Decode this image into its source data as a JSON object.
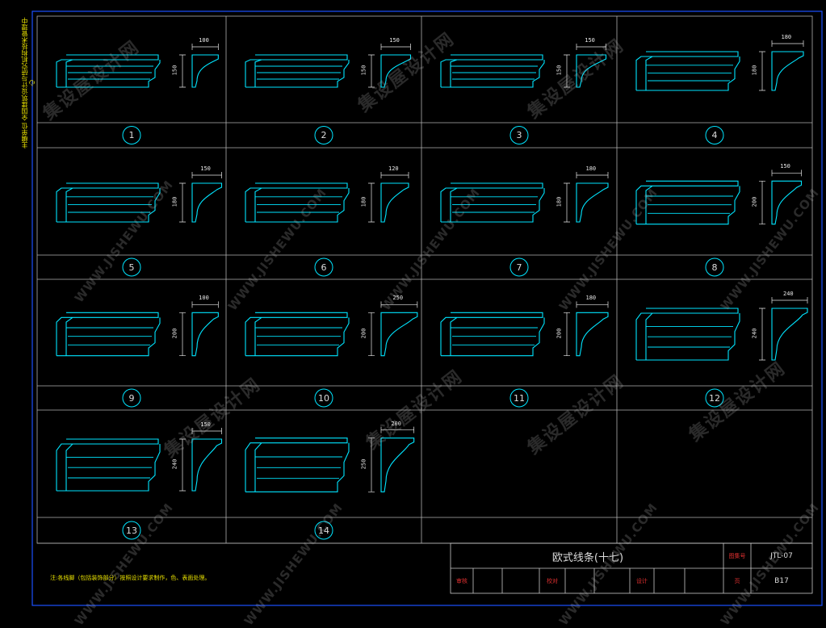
{
  "sheet": {
    "side_text": "主编单位 全国建筑设计与研究机构技术管理中心",
    "note": "注:各线脚（包括装饰部分）按照设计要求制作，色、表面处理。",
    "title_block": {
      "title": "欧式线条(十七)",
      "atlas_label": "图集号",
      "atlas_no": "JTL-07",
      "review_label": "审核",
      "check_label": "校对",
      "design_label": "设计",
      "page_label": "页",
      "page_no": "B17"
    }
  },
  "profiles": [
    {
      "no": "1",
      "width": "100",
      "height": "150"
    },
    {
      "no": "2",
      "width": "150",
      "height": "150"
    },
    {
      "no": "3",
      "width": "150",
      "height": "150"
    },
    {
      "no": "4",
      "width": "180",
      "height": "180"
    },
    {
      "no": "5",
      "width": "150",
      "height": "180"
    },
    {
      "no": "6",
      "width": "120",
      "height": "180"
    },
    {
      "no": "7",
      "width": "180",
      "height": "180"
    },
    {
      "no": "8",
      "width": "150",
      "height": "200"
    },
    {
      "no": "9",
      "width": "100",
      "height": "200"
    },
    {
      "no": "10",
      "width": "250",
      "height": "200"
    },
    {
      "no": "11",
      "width": "180",
      "height": "200"
    },
    {
      "no": "12",
      "width": "240",
      "height": "240"
    },
    {
      "no": "13",
      "width": "150",
      "height": "240"
    },
    {
      "no": "14",
      "width": "200",
      "height": "250"
    }
  ],
  "watermark": {
    "cn": "集设屋设计网",
    "en": "WWW.JISHEWU.COM"
  },
  "colors": {
    "background": "#000000",
    "outline": "#00e5ff",
    "grid": "#c0c0c0",
    "text": "#e8e8e8",
    "accent_text": "#e8e000",
    "label_text": "#e03030"
  }
}
